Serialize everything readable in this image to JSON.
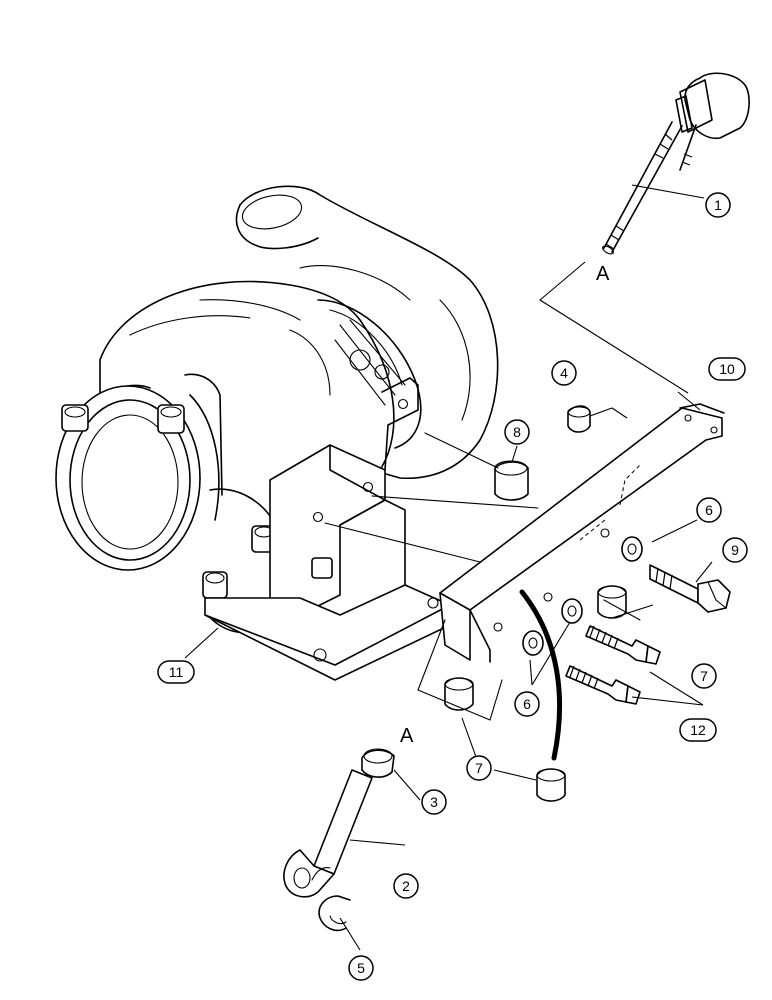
{
  "callouts": {
    "c1": "1",
    "c2": "2",
    "c3": "3",
    "c4": "4",
    "c5": "5",
    "c6a": "6",
    "c6b": "6",
    "c7a": "7",
    "c7b": "7",
    "c8": "8",
    "c9": "9",
    "c10": "10",
    "c11": "11",
    "c12": "12"
  },
  "references": {
    "upper": "A",
    "lower": "A"
  }
}
